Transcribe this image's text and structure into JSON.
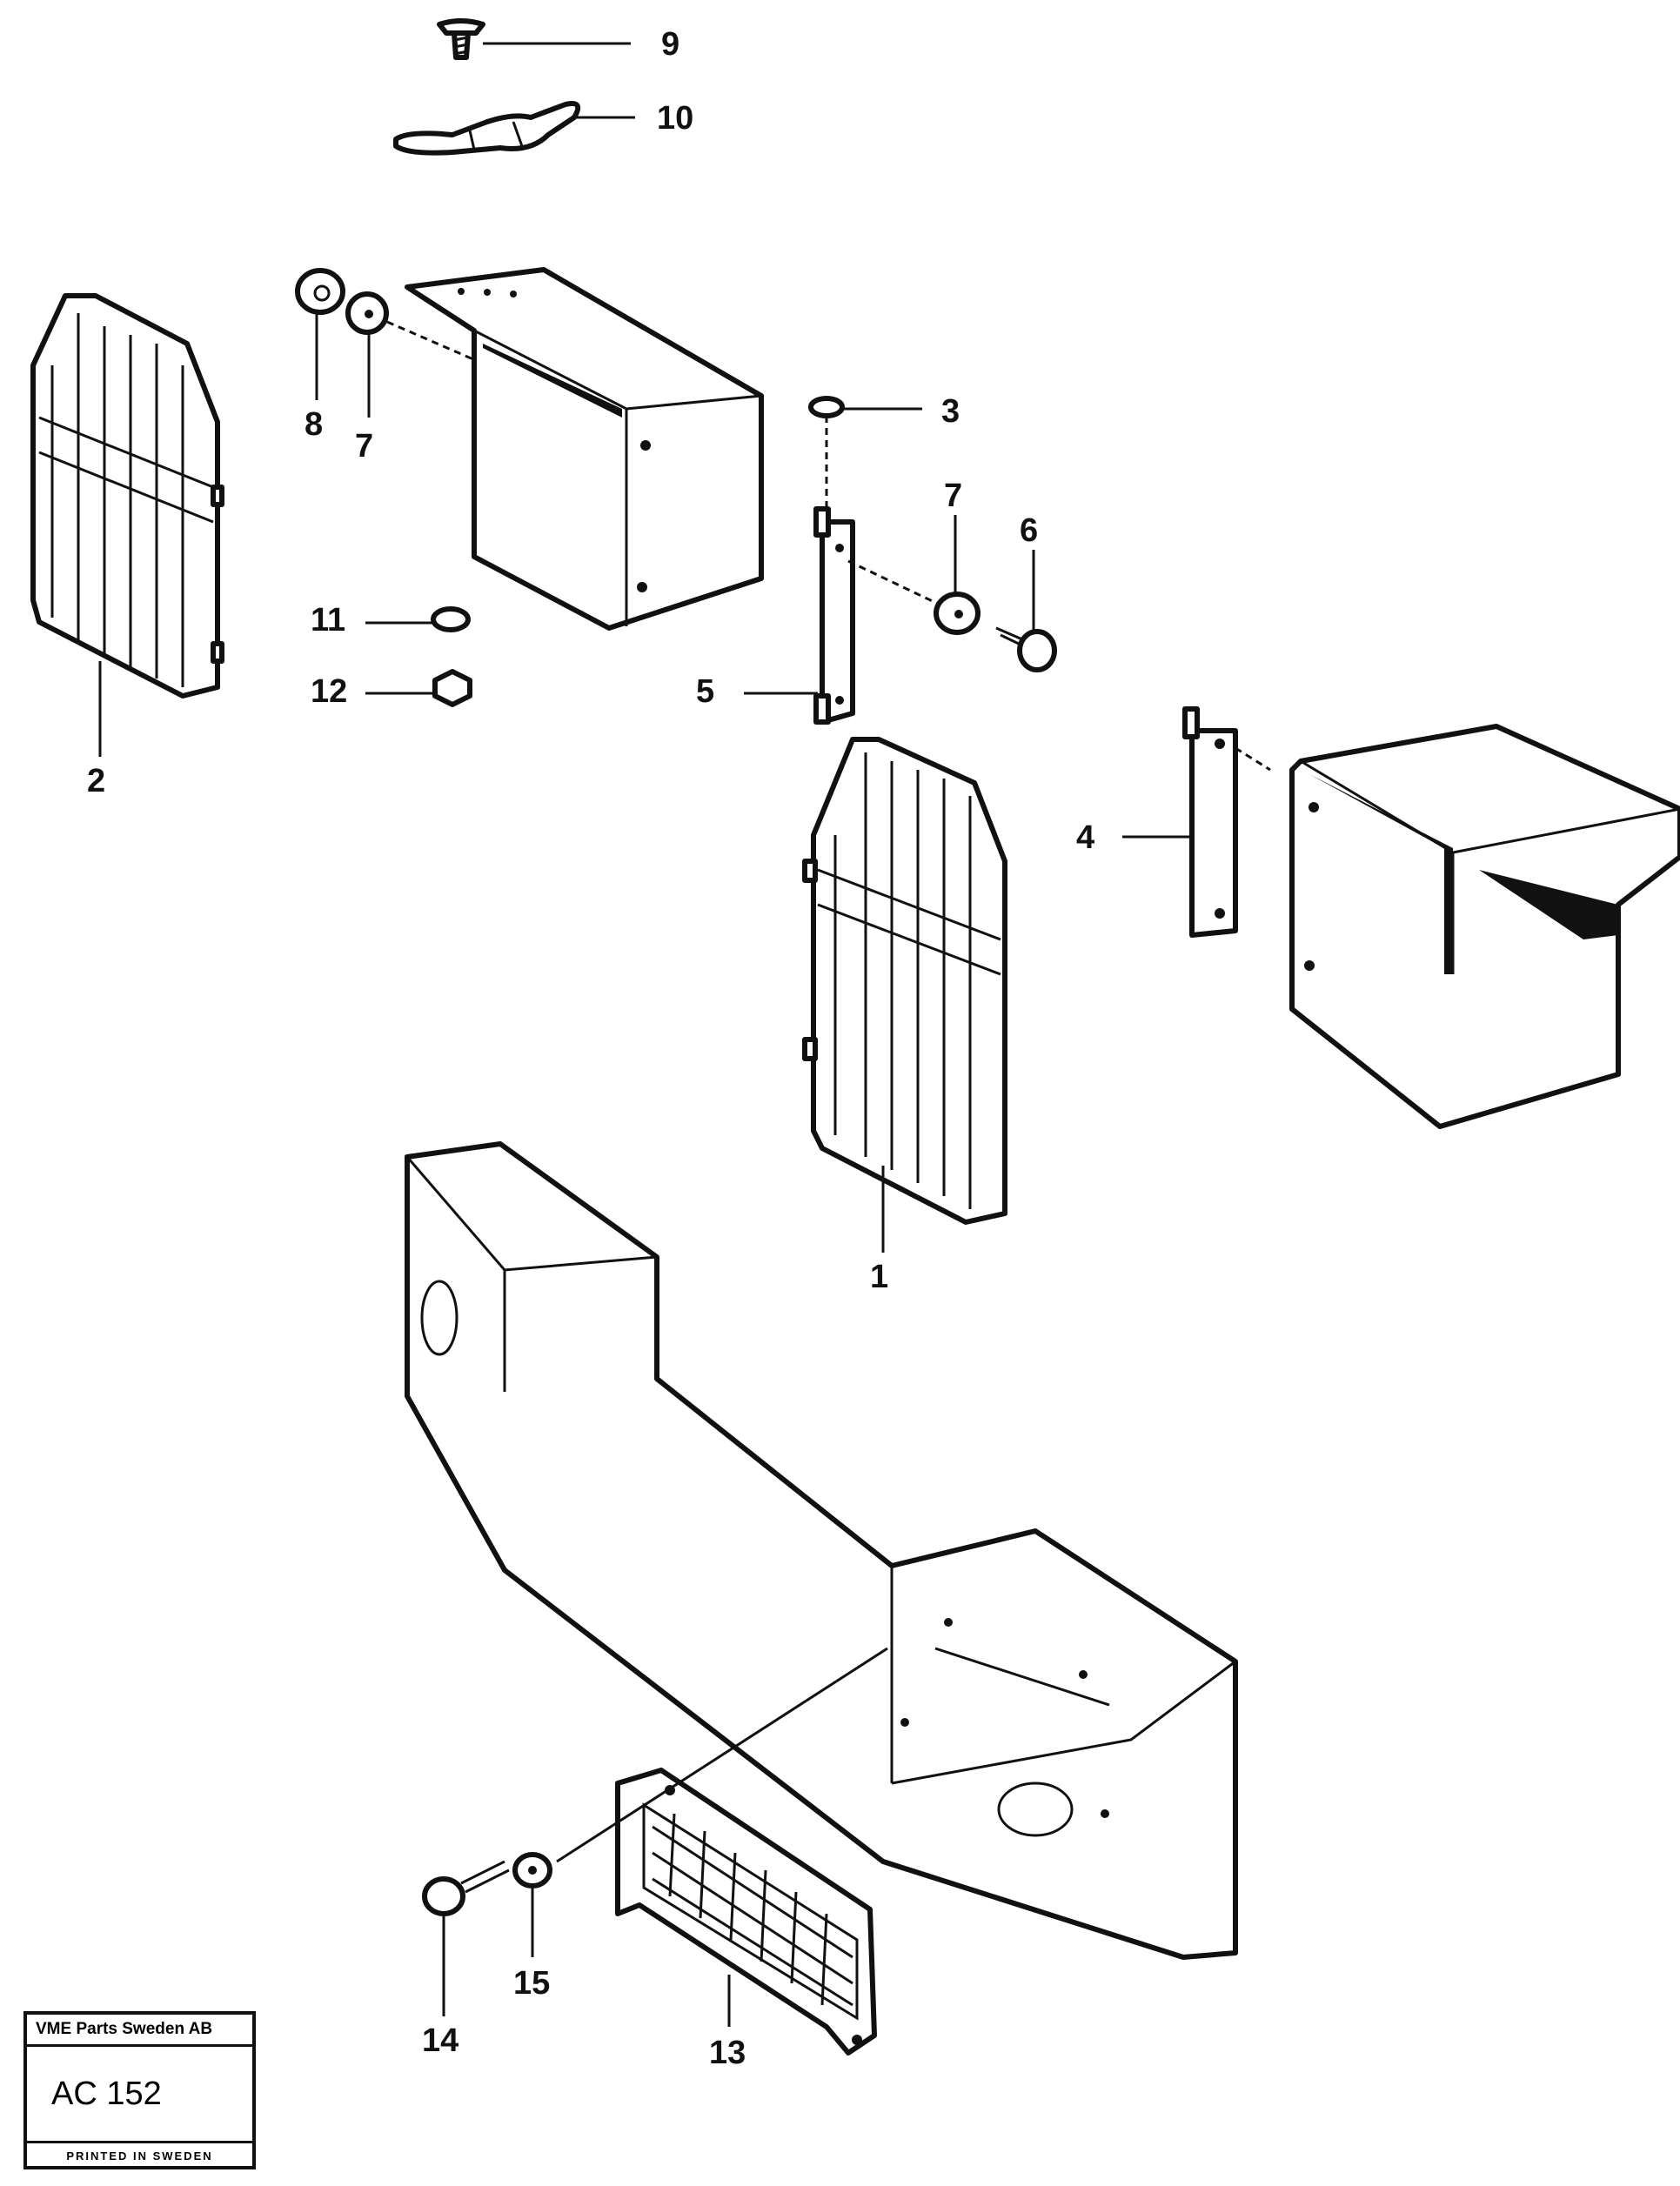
{
  "callouts": [
    {
      "id": "1",
      "label": "1"
    },
    {
      "id": "2",
      "label": "2"
    },
    {
      "id": "3",
      "label": "3"
    },
    {
      "id": "4",
      "label": "4"
    },
    {
      "id": "5",
      "label": "5"
    },
    {
      "id": "6",
      "label": "6"
    },
    {
      "id": "7a",
      "label": "7"
    },
    {
      "id": "7b",
      "label": "7"
    },
    {
      "id": "8",
      "label": "8"
    },
    {
      "id": "9",
      "label": "9"
    },
    {
      "id": "10",
      "label": "10"
    },
    {
      "id": "11",
      "label": "11"
    },
    {
      "id": "12",
      "label": "12"
    },
    {
      "id": "13",
      "label": "13"
    },
    {
      "id": "14",
      "label": "14"
    },
    {
      "id": "15",
      "label": "15"
    }
  ],
  "stamp": {
    "company": "VME Parts Sweden AB",
    "code": "AC 152",
    "printed": "PRINTED IN SWEDEN"
  }
}
